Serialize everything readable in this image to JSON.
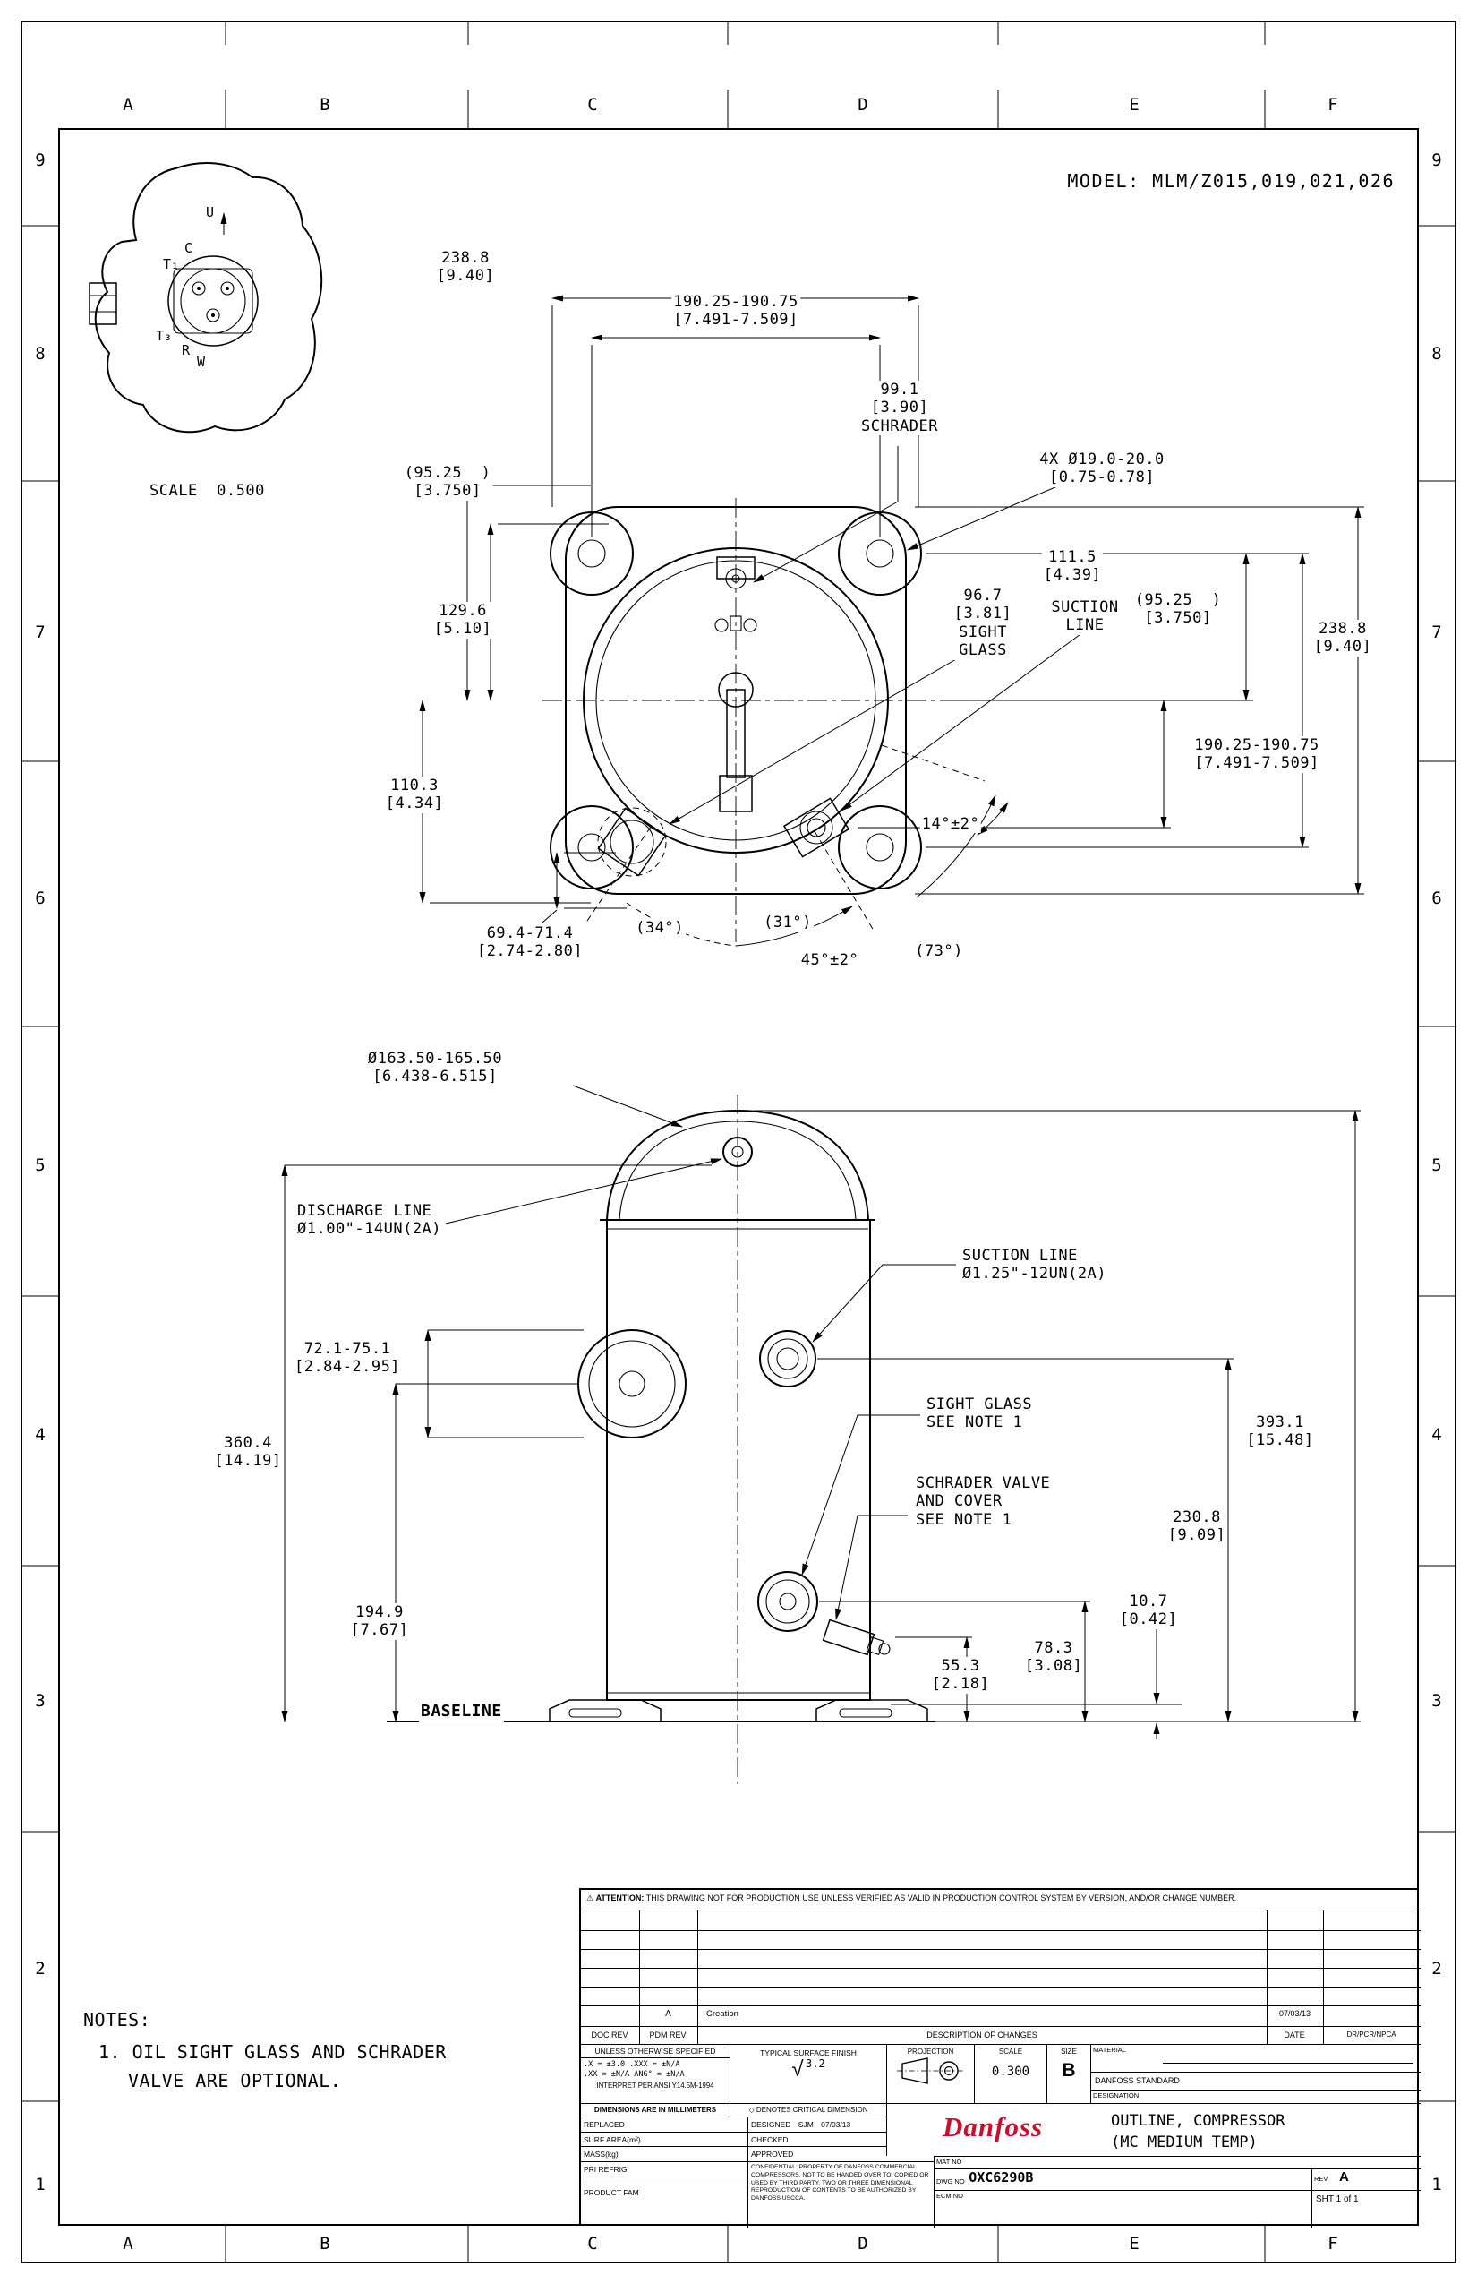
{
  "sheet": {
    "model": "MODEL: MLM/Z015,019,021,026"
  },
  "border": {
    "cols": [
      "A",
      "B",
      "C",
      "D",
      "E",
      "F"
    ],
    "rows": [
      "9",
      "8",
      "7",
      "6",
      "5",
      "4",
      "3",
      "2",
      "1"
    ]
  },
  "detail": {
    "scale": "SCALE  0.500",
    "u": "U",
    "c": "C",
    "t1": "T₁",
    "t3": "T₃",
    "r": "R",
    "w": "W"
  },
  "top_view": {
    "w2388": {
      "l1": "238.8",
      "l2": "[9.40]"
    },
    "w190": {
      "l1": "190.25-190.75",
      "l2": "[7.491-7.509]"
    },
    "schrader": {
      "l1": "99.1",
      "l2": "[3.90]",
      "l3": "SCHRADER"
    },
    "holes": {
      "l1": "4X Ø19.0-20.0",
      "l2": "[0.75-0.78]"
    },
    "l9525": {
      "l1": "(95.25  )",
      "l2": "[3.750]"
    },
    "l1296": {
      "l1": "129.6",
      "l2": "[5.10]"
    },
    "r1115": {
      "l1": "111.5",
      "l2": "[4.39]"
    },
    "sight": {
      "l1": "96.7",
      "l2": "[3.81]",
      "l3": "SIGHT",
      "l4": "GLASS"
    },
    "suction": {
      "l1": "SUCTION",
      "l2": "LINE"
    },
    "r9525": {
      "l1": "(95.25  )",
      "l2": "[3.750]"
    },
    "r2388": {
      "l1": "238.8",
      "l2": "[9.40]"
    },
    "r190": {
      "l1": "190.25-190.75",
      "l2": "[7.491-7.509]"
    },
    "l1103": {
      "l1": "110.3",
      "l2": "[4.34]"
    },
    "a14": "14°±2°",
    "b694": {
      "l1": "69.4-71.4",
      "l2": "[2.74-2.80]"
    },
    "a34": "(34°)",
    "a31": "(31°)",
    "a45": "45°±2°",
    "a73": "(73°)"
  },
  "side_view": {
    "dia": {
      "l1": "Ø163.50-165.50",
      "l2": "[6.438-6.515]"
    },
    "discharge": {
      "l1": "DISCHARGE LINE",
      "l2": "Ø1.00\"-14UN(2A)"
    },
    "suction": {
      "l1": "SUCTION LINE",
      "l2": "Ø1.25\"-12UN(2A)"
    },
    "port": {
      "l1": "72.1-75.1",
      "l2": "[2.84-2.95]"
    },
    "h3604": {
      "l1": "360.4",
      "l2": "[14.19]"
    },
    "sight": {
      "l1": "SIGHT GLASS",
      "l2": "SEE NOTE 1"
    },
    "schrader": {
      "l1": "SCHRADER VALVE",
      "l2": "AND COVER",
      "l3": "SEE NOTE 1"
    },
    "h3931": {
      "l1": "393.1",
      "l2": "[15.48]"
    },
    "h2308": {
      "l1": "230.8",
      "l2": "[9.09]"
    },
    "h107": {
      "l1": "10.7",
      "l2": "[0.42]"
    },
    "h1949": {
      "l1": "194.9",
      "l2": "[7.67]"
    },
    "h783": {
      "l1": "78.3",
      "l2": "[3.08]"
    },
    "h553": {
      "l1": "55.3",
      "l2": "[2.18]"
    },
    "baseline": "BASELINE"
  },
  "notes": {
    "title": "NOTES:",
    "n1": "1. OIL SIGHT GLASS AND SCHRADER",
    "n2": "VALVE ARE OPTIONAL."
  },
  "tb": {
    "attention_label": "ATTENTION:",
    "attention_text": "THIS DRAWING NOT FOR PRODUCTION USE UNLESS VERIFIED AS VALID IN PRODUCTION CONTROL SYSTEM BY VERSION, AND/OR CHANGE NUMBER.",
    "rev_letter": "A",
    "rev_desc": "Creation",
    "rev_date": "07/03/13",
    "doc_rev": "DOC REV",
    "pdm_rev": "PDM REV",
    "desc_changes": "DESCRIPTION OF CHANGES",
    "date": "DATE",
    "dr": "DR/PCR/NPCA",
    "unless": "UNLESS OTHERWISE SPECIFIED",
    "tol1": ".X = ±3.0   .XXX = ±N/A",
    "tol2": ".XX = ±N/A  ANG° = ±N/A",
    "interpret": "INTERPRET PER ANSI Y14.5M-1994",
    "surface": "TYPICAL SURFACE FINISH",
    "surface_val": "3.2",
    "projection": "PROJECTION",
    "scale": "SCALE",
    "scale_val": "0.300",
    "size": "SIZE",
    "size_val": "B",
    "material": "MATERIAL",
    "std": "DANFOSS STANDARD",
    "designation": "DESIGNATION",
    "dims_mm": "DIMENSIONS ARE IN MILLIMETERS",
    "denotes": "DENOTES CRITICAL DIMENSION",
    "replaced": "REPLACED",
    "designed": "DESIGNED",
    "designed_by": "SJM",
    "designed_date": "07/03/13",
    "checked": "CHECKED",
    "approved": "APPROVED",
    "surf_area": "SURF AREA(m²)",
    "mass": "MASS(kg)",
    "pri_refrig": "PRI REFRIG",
    "product_fam": "PRODUCT FAM",
    "confidential": "CONFIDENTIAL: PROPERTY OF DANFOSS COMMERCIAL COMPRESSORS. NOT TO BE HANDED OVER TO, COPIED OR USED BY THIRD PARTY. TWO OR THREE DIMENSIONAL REPRODUCTION OF CONTENTS TO BE AUTHORIZED BY DANFOSS USCCA.",
    "logo": "Danfoss",
    "title1": "OUTLINE, COMPRESSOR",
    "title2": "(MC MEDIUM TEMP)",
    "mat_no": "MAT NO",
    "dwg_no": "DWG NO",
    "dwg_val": "OXC6290B",
    "rev": "REV",
    "rev_val": "A",
    "ecm_no": "ECM NO",
    "sht": "SHT 1 of 1"
  },
  "icons": {
    "warning": "⚠",
    "diamond": "◇",
    "surface_check": "√"
  },
  "colors": {
    "line": "#000000",
    "logo_red": "#c8102e",
    "paper": "#ffffff"
  }
}
